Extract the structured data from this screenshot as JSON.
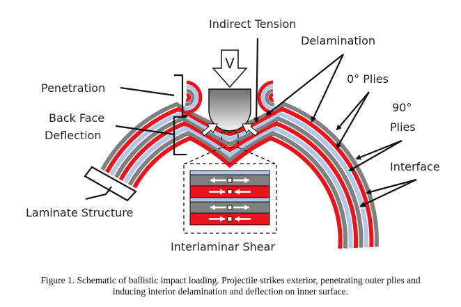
{
  "labels": {
    "indirect_tension": "Indirect Tension",
    "delamination": "Delamination",
    "zero_plies": "0° Plies",
    "ninety_line1": "90°",
    "ninety_line2": "Plies",
    "interface": "Interface",
    "penetration": "Penetration",
    "back_face_line1": "Back Face",
    "back_face_line2": "Deflection",
    "laminate_structure": "Laminate Structure",
    "interlaminar_shear": "Interlaminar Shear",
    "velocity": "V"
  },
  "caption": {
    "line1": "Figure 1. Schematic of ballistic impact loading. Projectile strikes exterior, penetrating outer plies and",
    "line2": "inducing interior delamination and deflection on inner surface."
  },
  "colors": {
    "ply_red": "#e8141b",
    "ply_gray": "#808080",
    "interface_blue": "#b4c7e7",
    "outline": "#111111"
  }
}
